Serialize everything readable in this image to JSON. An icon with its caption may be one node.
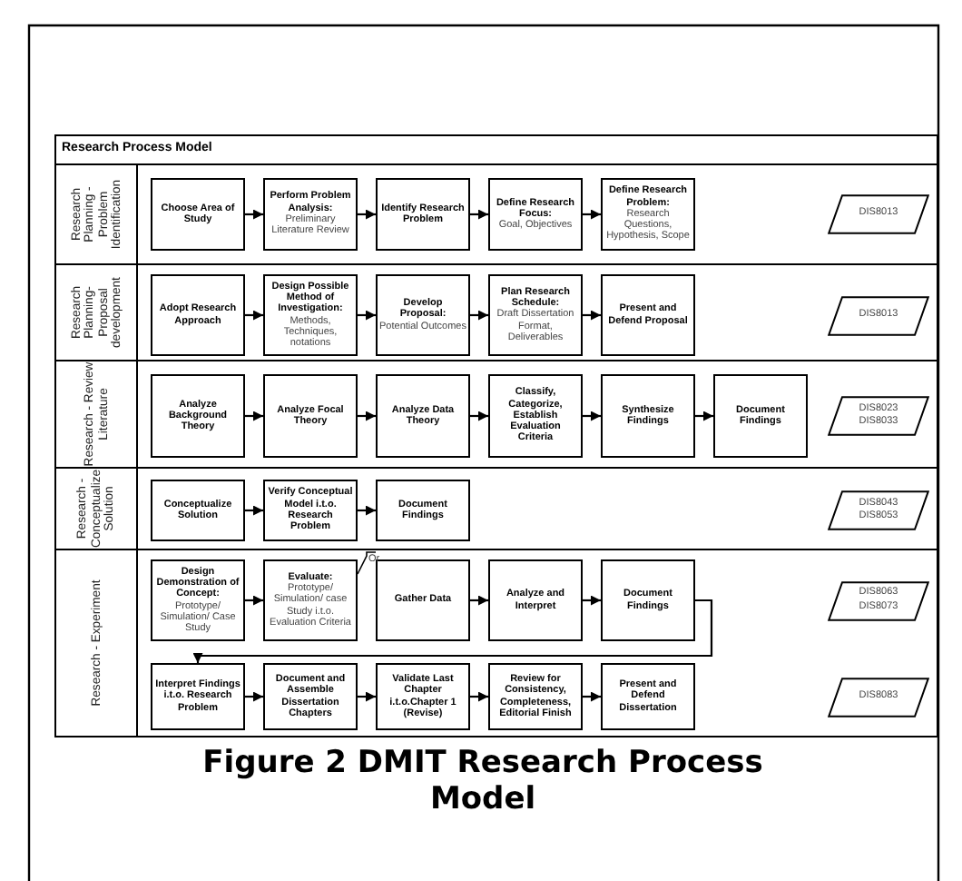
{
  "diagram": {
    "title": "Research Process Model",
    "caption": "Figure 2 DMIT Research Process Model",
    "nodes": [
      {
        "text": [
          "Research Planning - Problem Identification"
        ]
      },
      {
        "text": [
          "Choose Area of Study"
        ],
        "in": 0
      },
      {
        "text": [
          "Perform Problem Analysis:",
          "Preliminary Literature Review"
        ],
        "in": 0
      },
      {
        "text": [
          "Identify Research Problem"
        ],
        "in": 0
      },
      {
        "text": [
          "Define Research Focus:",
          "Goal, Objectives"
        ],
        "in": 0
      },
      {
        "text": [
          "Define Research Problem:",
          "Research Questions, Hypothesis, Scope"
        ],
        "in": 0
      },
      {
        "text": [
          "DIS8013"
        ],
        "in": 0
      },
      {
        "text": [
          "Research Planning- Proposal development"
        ]
      },
      {
        "text": [
          "Adopt Research Approach"
        ],
        "in": 7
      },
      {
        "text": [
          "Design Possible Method of Investigation:",
          "Methods, Techniques, notations"
        ],
        "in": 7
      },
      {
        "text": [
          "Develop Proposal:",
          "Potential Outcomes"
        ],
        "in": 7
      },
      {
        "text": [
          "Plan Research Schedule:",
          "Draft Dissertation Format, Deliverables"
        ],
        "in": 7
      },
      {
        "text": [
          "Present and Defend Proposal"
        ],
        "in": 7
      },
      {
        "text": [
          "DIS8013"
        ],
        "in": 7
      },
      {
        "text": [
          "Research - Review Literature"
        ]
      },
      {
        "text": [
          "Analyze Background Theory"
        ],
        "in": 14
      },
      {
        "text": [
          "Analyze Focal Theory"
        ],
        "in": 14
      },
      {
        "text": [
          "Analyze Data Theory"
        ],
        "in": 14
      },
      {
        "text": [
          "Classify, Categorize, Establish Evaluation Criteria"
        ],
        "in": 14
      },
      {
        "text": [
          "Synthesize Findings"
        ],
        "in": 14
      },
      {
        "text": [
          "Document Findings"
        ],
        "in": 14
      },
      {
        "text": [
          "DIS8023",
          "DIS8033"
        ],
        "in": 14
      },
      {
        "text": [
          "Research - Conceptualize Solution"
        ]
      },
      {
        "text": [
          "Conceptualize Solution"
        ],
        "in": 22
      },
      {
        "text": [
          "Verify Conceptual Model i.t.o. Research Problem"
        ],
        "in": 22
      },
      {
        "text": [
          "Document Findings"
        ],
        "in": 22
      },
      {
        "text": [
          "DIS8043",
          "DIS8053"
        ],
        "in": 22
      },
      {
        "text": [
          "Research - Experiment"
        ]
      },
      {
        "text": [
          "Design Demonstration of Concept:",
          "Prototype/ Simulation/ Case Study"
        ],
        "in": 27
      },
      {
        "text": [
          "Evaluate:",
          "Prototype/ Simulation/ case Study i.t.o. Evaluation Criteria"
        ],
        "in": 27
      },
      {
        "text": [
          "Gather Data"
        ],
        "in": 27
      },
      {
        "text": [
          "Analyze and Interpret"
        ],
        "in": 27
      },
      {
        "text": [
          "Document Findings"
        ],
        "in": 27
      },
      {
        "text": [
          "DIS8063",
          "DIS8073"
        ],
        "in": 27
      },
      {
        "text": [
          "Interpret Findings i.t.o. Research Problem"
        ],
        "in": 27
      },
      {
        "text": [
          "Document and Assemble Dissertation Chapters"
        ],
        "in": 27
      },
      {
        "text": [
          "Validate Last Chapter i.t.o.Chapter 1 (Revise)"
        ],
        "in": 27
      },
      {
        "text": [
          "Review for Consistency, Completeness, Editorial Finish"
        ],
        "in": 27
      },
      {
        "text": [
          "Present and Defend Dissertation"
        ],
        "in": 27
      },
      {
        "text": [
          "DIS8083"
        ],
        "in": 27
      }
    ],
    "edges": [
      {
        "from": 1,
        "to": 2,
        "arrow": "to"
      },
      {
        "from": 2,
        "to": 3,
        "arrow": "to"
      },
      {
        "from": 3,
        "to": 4,
        "arrow": "to"
      },
      {
        "from": 4,
        "to": 5,
        "arrow": "to"
      },
      {
        "from": 8,
        "to": 9,
        "arrow": "to"
      },
      {
        "from": 9,
        "to": 10,
        "arrow": "to"
      },
      {
        "from": 10,
        "to": 11,
        "arrow": "to"
      },
      {
        "from": 11,
        "to": 12,
        "arrow": "to"
      },
      {
        "from": 15,
        "to": 16,
        "arrow": "to"
      },
      {
        "from": 16,
        "to": 17,
        "arrow": "to"
      },
      {
        "from": 17,
        "to": 18,
        "arrow": "to"
      },
      {
        "from": 18,
        "to": 19,
        "arrow": "to"
      },
      {
        "from": 19,
        "to": 20,
        "arrow": "to"
      },
      {
        "from": 23,
        "to": 24,
        "arrow": "to"
      },
      {
        "from": 24,
        "to": 25,
        "arrow": "to"
      },
      {
        "from": 28,
        "to": 29,
        "arrow": "to"
      },
      {
        "from": 30,
        "to": 31,
        "arrow": "to"
      },
      {
        "from": 31,
        "to": 32,
        "arrow": "to"
      },
      {
        "from": 32,
        "to": 34,
        "arrow": "to"
      },
      {
        "from": 34,
        "to": 35,
        "arrow": "to"
      },
      {
        "from": 35,
        "to": 36,
        "arrow": "to"
      },
      {
        "from": 36,
        "to": 37,
        "arrow": "to"
      },
      {
        "from": 37,
        "to": 38,
        "arrow": "to"
      }
    ],
    "labels": [
      "Or"
    ]
  }
}
